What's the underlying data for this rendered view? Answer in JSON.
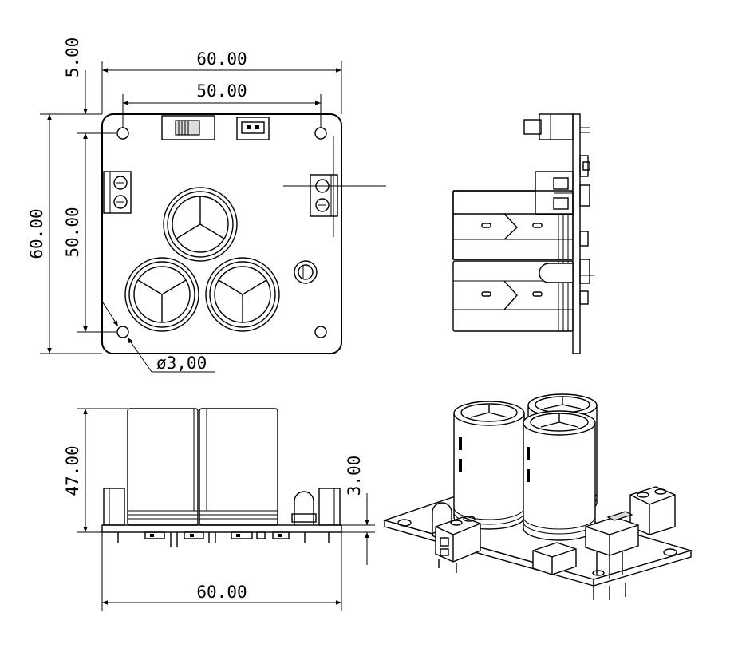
{
  "dimensions": {
    "top_width_outer": "60.00",
    "top_width_holes": "50.00",
    "top_offset": "5.00",
    "left_height_outer": "60.00",
    "left_height_holes": "50.00",
    "hole_diameter": "ø3,00",
    "front_height": "47.00",
    "front_board": "3.00",
    "front_width": "60.00"
  }
}
